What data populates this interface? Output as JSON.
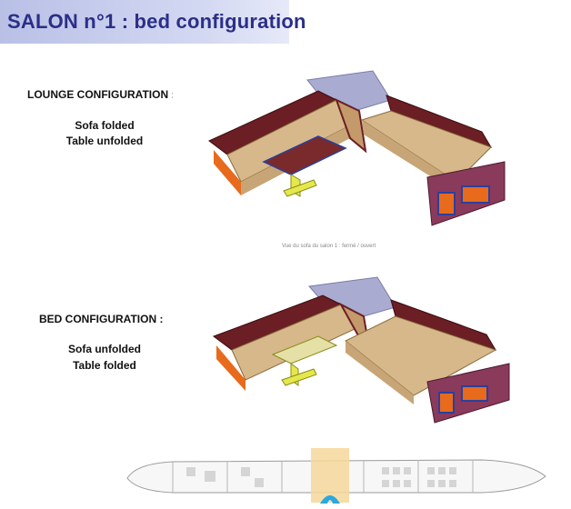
{
  "title": "SALON n°1 : bed configuration",
  "lounge": {
    "heading": "LOUNGE CONFIGURATION :",
    "line1": "Sofa folded",
    "line2": "Table unfolded"
  },
  "bed": {
    "heading": "BED CONFIGURATION :",
    "line1": "Sofa unfolded",
    "line2": "Table folded"
  },
  "caption": "Vue du sofa du salon 1 : fermé / ouvert",
  "colors": {
    "title_text": "#2b2f86",
    "title_bg": "#c5cbee",
    "leather": "#6b1e24",
    "cushion": "#d6b88a",
    "floor": "#a9abd1",
    "table_top": "#7a2a2a",
    "table_leg": "#e5e84a",
    "orange": "#e86a1c",
    "blue": "#2a3fa0",
    "highlight": "#f6d79a"
  }
}
